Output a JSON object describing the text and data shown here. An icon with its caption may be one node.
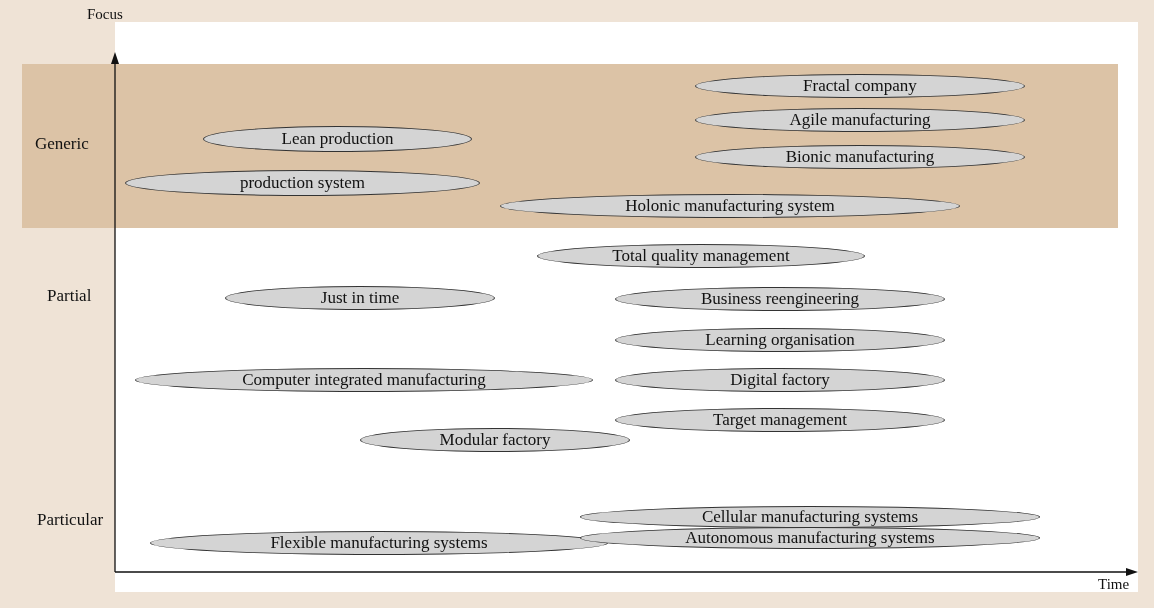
{
  "diagram": {
    "nodes": [
      {
        "text": [
          "Generic"
        ]
      },
      {
        "text": [
          "Fractal company"
        ],
        "in": 0
      },
      {
        "text": [
          "Lean production"
        ],
        "in": 0
      },
      {
        "text": [
          "Agile manufacturing"
        ],
        "in": 0
      },
      {
        "text": [
          "Bionic manufacturing"
        ],
        "in": 0
      },
      {
        "text": [
          "production system"
        ],
        "in": 0
      },
      {
        "text": [
          "Holonic manufacturing system"
        ],
        "in": 0
      },
      {
        "text": [
          "Total quality management"
        ]
      },
      {
        "text": [
          "Just in time"
        ]
      },
      {
        "text": [
          "Business reengineering"
        ]
      },
      {
        "text": [
          "Learning organisation"
        ]
      },
      {
        "text": [
          "Computer integrated manufacturing"
        ]
      },
      {
        "text": [
          "Digital factory"
        ]
      },
      {
        "text": [
          "Target management"
        ]
      },
      {
        "text": [
          "Modular factory"
        ]
      },
      {
        "text": [
          "Cellular manufacturing systems"
        ]
      },
      {
        "text": [
          "Flexible manufacturing systems"
        ]
      },
      {
        "text": [
          "Autonomous manufacturing systems"
        ]
      }
    ],
    "edges": [],
    "labels": [
      "Focus",
      "Partial",
      "Particular",
      "Time"
    ]
  }
}
